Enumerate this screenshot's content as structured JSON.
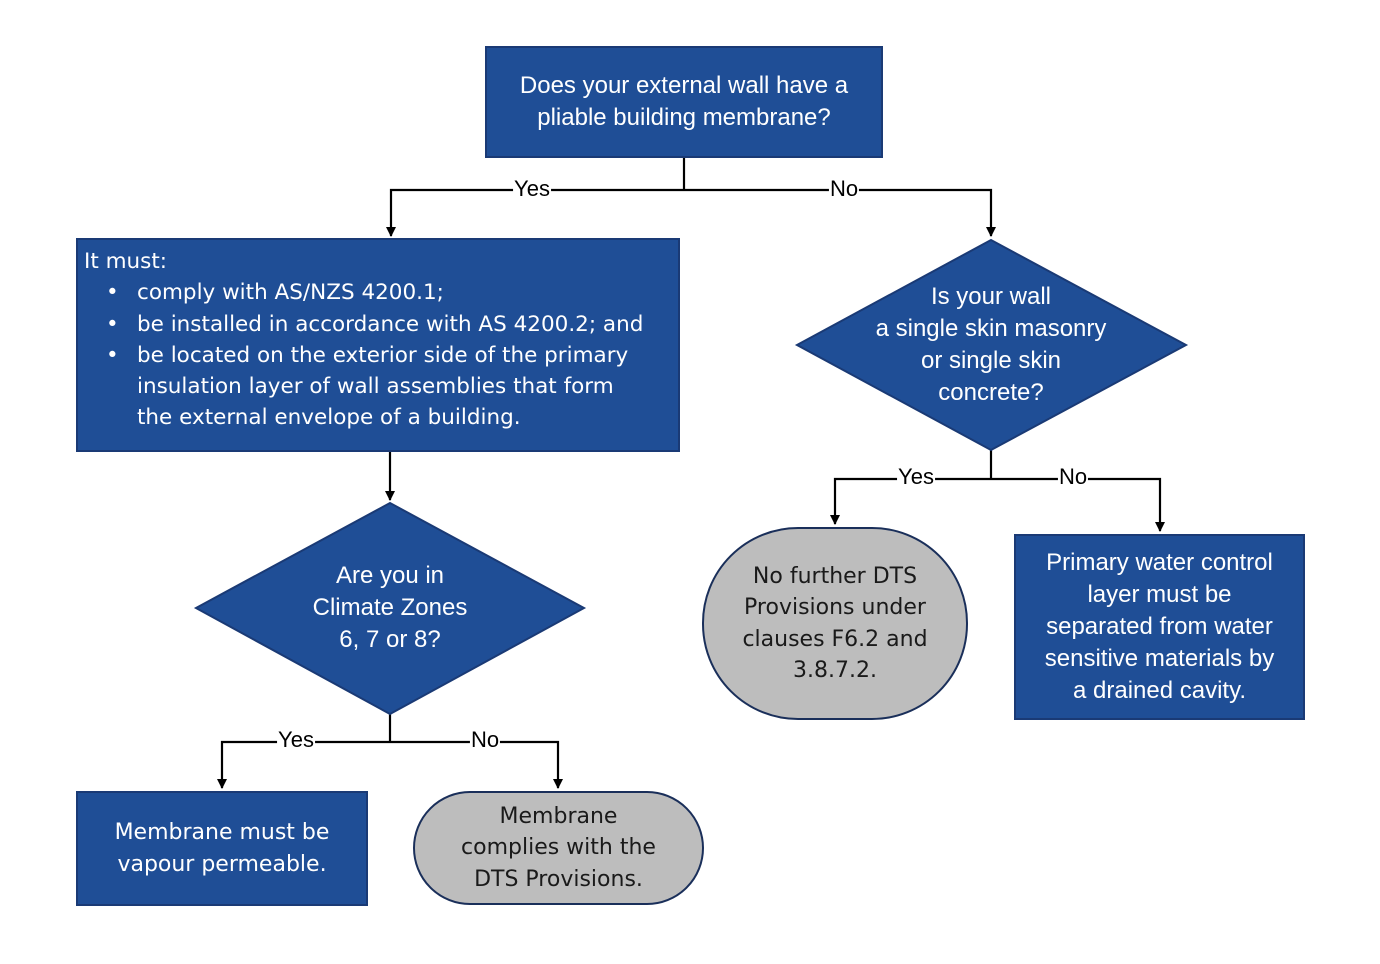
{
  "colors": {
    "process_fill": "#1f4e96",
    "process_border": "#1a3a75",
    "terminal_fill": "#bdbdbd",
    "terminal_border": "#1a2f5a",
    "connector": "#000000",
    "text_light": "#ffffff",
    "text_dark": "#1a1a1a"
  },
  "nodes": {
    "q_membrane": {
      "lines": [
        "Does your external wall have a",
        "pliable building membrane?"
      ]
    },
    "req_box": {
      "intro": "It must:",
      "bullet_symbol": "•",
      "items": [
        {
          "lines": [
            "comply with AS/NZS 4200.1;"
          ]
        },
        {
          "lines": [
            "be installed in accordance with AS 4200.2; and"
          ]
        },
        {
          "lines": [
            "be located on the exterior side of the primary",
            "insulation layer of wall assemblies that form",
            "the external envelope of a building."
          ]
        }
      ]
    },
    "q_climate": {
      "lines": [
        "Are you in",
        "Climate Zones",
        "6, 7 or 8?"
      ]
    },
    "vapour_box": {
      "lines": [
        "Membrane must be",
        "vapour permeable."
      ]
    },
    "complies_term": {
      "lines": [
        "Membrane",
        "complies with the",
        "DTS Provisions."
      ]
    },
    "q_single_skin": {
      "lines": [
        "Is your wall",
        "a single skin masonry",
        "or single skin",
        "concrete?"
      ]
    },
    "no_further_term": {
      "lines": [
        "No further DTS",
        "Provisions under",
        "clauses F6.2 and",
        "3.8.7.2."
      ]
    },
    "primary_water_box": {
      "lines": [
        "Primary water control",
        "layer must be",
        "separated from water",
        "sensitive materials by",
        "a drained cavity."
      ]
    }
  },
  "edges": {
    "membrane_yes": "Yes",
    "membrane_no": "No",
    "climate_yes": "Yes",
    "climate_no": "No",
    "skin_yes": "Yes",
    "skin_no": "No"
  }
}
